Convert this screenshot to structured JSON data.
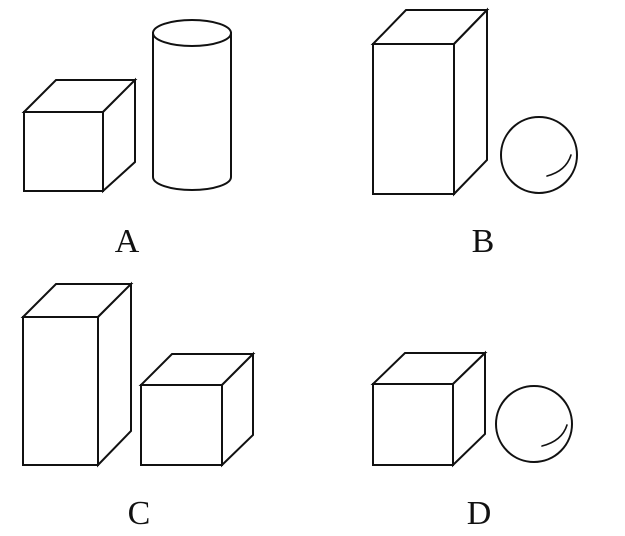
{
  "options": [
    {
      "letter": "A",
      "shapes": [
        "cube",
        "cylinder"
      ]
    },
    {
      "letter": "B",
      "shapes": [
        "rectangular-prism",
        "sphere"
      ]
    },
    {
      "letter": "C",
      "shapes": [
        "rectangular-prism",
        "cube"
      ]
    },
    {
      "letter": "D",
      "shapes": [
        "cube",
        "sphere"
      ]
    }
  ],
  "colors": {
    "stroke": "#111111",
    "background": "#ffffff"
  }
}
